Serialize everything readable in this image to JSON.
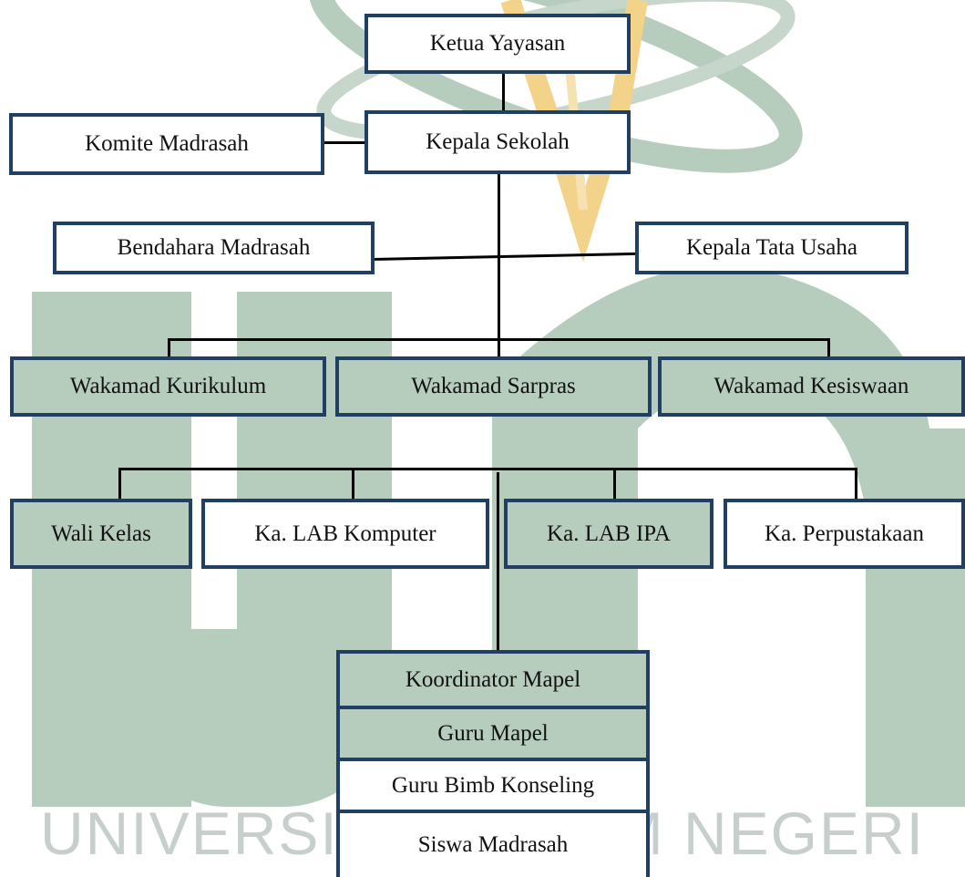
{
  "watermark": {
    "text": "UNIVERSITAS ISLAM NEGERI",
    "color": "#b6ccbd",
    "logo_color": "#f3d28a"
  },
  "colors": {
    "box_border": "#203f63",
    "connector": "#000000",
    "tint": "#b6ccbd"
  },
  "chart": {
    "ketua_yayasan": "Ketua Yayasan",
    "kepala_sekolah": "Kepala Sekolah",
    "komite_madrasah": "Komite Madrasah",
    "bendahara_madrasah": "Bendahara Madrasah",
    "kepala_tata_usaha": "Kepala Tata Usaha",
    "wakamad": [
      "Wakamad Kurikulum",
      "Wakamad Sarpras",
      "Wakamad Kesiswaan"
    ],
    "staff": [
      "Wali Kelas",
      "Ka. LAB Komputer",
      "Ka. LAB IPA",
      "Ka. Perpustakaan"
    ],
    "bottom_stack": [
      "Koordinator Mapel",
      "Guru Mapel",
      "Guru Bimb Konseling",
      "Siswa Madrasah"
    ]
  }
}
